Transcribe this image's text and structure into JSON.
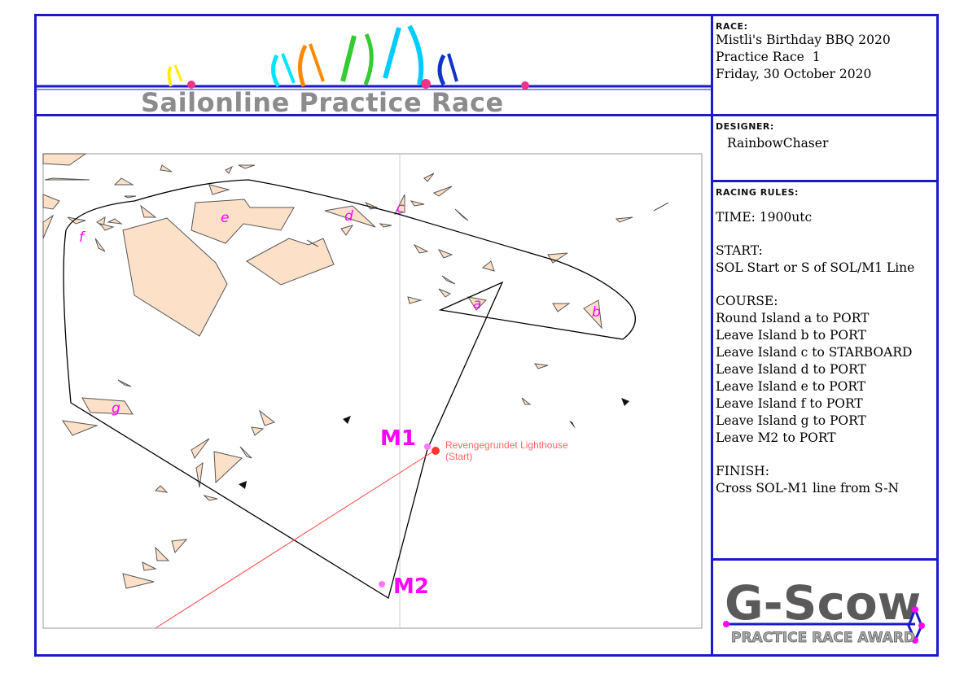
{
  "header": {
    "title": "Sailonline Practice Race"
  },
  "race": {
    "heading": "RACE:",
    "lines": [
      "Mistli's Birthday BBQ 2020",
      "Practice Race  1",
      "Friday, 30 October 2020"
    ]
  },
  "designer": {
    "heading": "DESIGNER:",
    "name": "RainbowChaser"
  },
  "rules": {
    "heading": "RACING RULES:",
    "time": "TIME: 1900utc",
    "start_heading": "START:",
    "start": "SOL Start or S of SOL/M1 Line",
    "course_heading": "COURSE:",
    "course": [
      "Round Island a to PORT",
      "Leave Island b to PORT",
      "Leave Island c to STARBOARD",
      "Leave Island d to PORT",
      "Leave Island e to PORT",
      "Leave Island f to PORT",
      "Leave Island g to PORT",
      "Leave M2 to PORT"
    ],
    "finish_heading": "FINISH:",
    "finish": "Cross SOL-M1 line from S-N"
  },
  "award": {
    "logo_text": "G-Scow",
    "subtitle": "PRACTICE RACE AWARD"
  },
  "map": {
    "islands": [
      "a",
      "b",
      "c",
      "d",
      "e",
      "f",
      "g"
    ],
    "marks": [
      "M1",
      "M2"
    ],
    "lighthouse": [
      "Revengegrundet Lighthouse",
      "(Start)"
    ],
    "colors": {
      "island_fill": "#fde0c8",
      "island_label": "#ff00ff",
      "route": "#000000",
      "start_line": "#ff4444",
      "mark": "#ff66ff"
    }
  }
}
